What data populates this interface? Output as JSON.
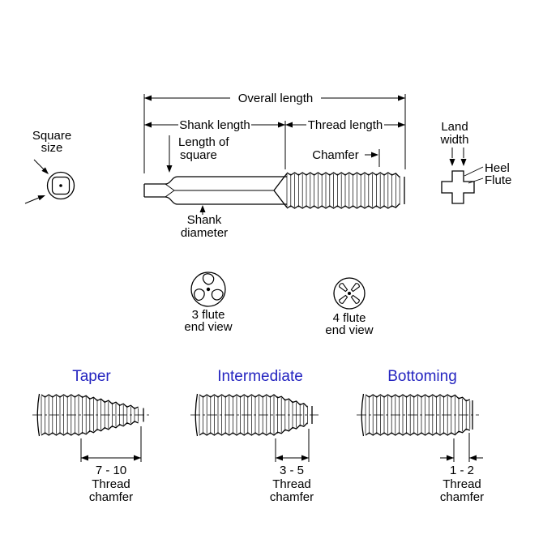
{
  "colors": {
    "background": "#ffffff",
    "line": "#000000",
    "type_label": "#2424c0"
  },
  "top_view": {
    "overall_length": "Overall length",
    "shank_length": "Shank length",
    "thread_length": "Thread length",
    "length_of_square_line1": "Length of",
    "length_of_square_line2": "square",
    "chamfer": "Chamfer",
    "shank_diameter_line1": "Shank",
    "shank_diameter_line2": "diameter",
    "square_size_line1": "Square",
    "square_size_line2": "size",
    "land_width_line1": "Land",
    "land_width_line2": "width",
    "heel": "Heel",
    "flute": "Flute"
  },
  "end_views": {
    "three_flute": {
      "line1": "3 flute",
      "line2": "end view"
    },
    "four_flute": {
      "line1": "4 flute",
      "line2": "end view"
    }
  },
  "tap_types": [
    {
      "name": "Taper",
      "chamfer_range": "7 - 10",
      "caption_line1": "Thread",
      "caption_line2": "chamfer"
    },
    {
      "name": "Intermediate",
      "chamfer_range": "3 - 5",
      "caption_line1": "Thread",
      "caption_line2": "chamfer"
    },
    {
      "name": "Bottoming",
      "chamfer_range": "1 - 2",
      "caption_line1": "Thread",
      "caption_line2": "chamfer"
    }
  ]
}
